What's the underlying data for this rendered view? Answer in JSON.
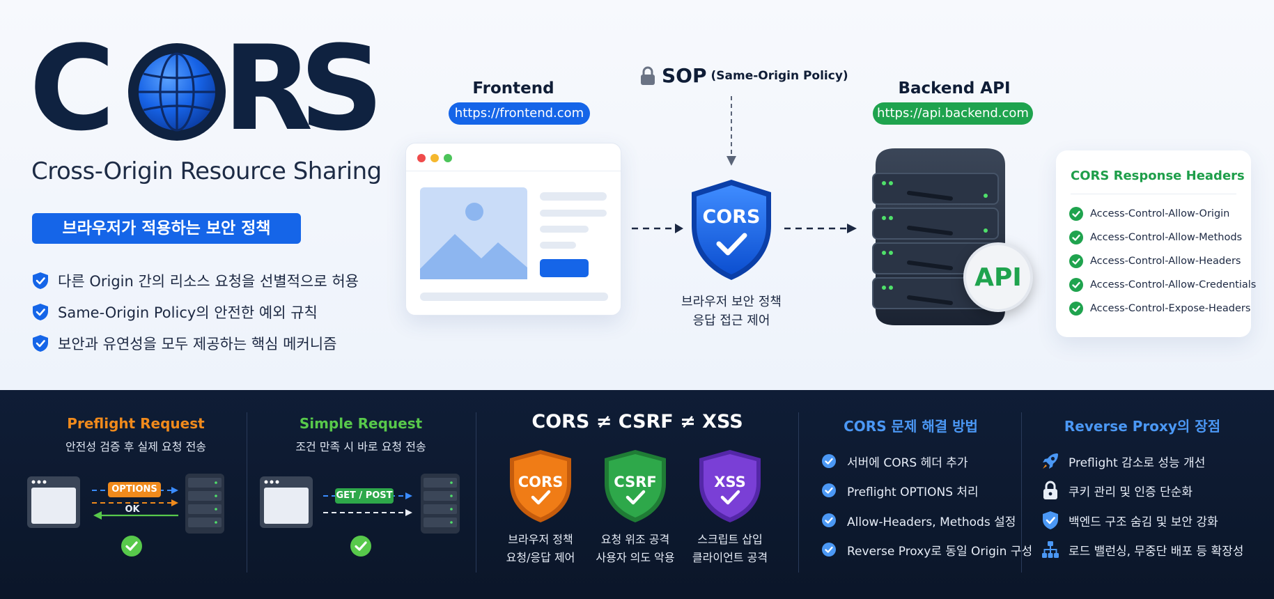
{
  "logo": {
    "letters": [
      "C",
      "R",
      "S"
    ],
    "accent": "#1565e8",
    "ink": "#0f2240"
  },
  "subtitle": "Cross-Origin Resource Sharing",
  "policy_badge": "브라우저가 적용하는 보안 정책",
  "bullets": [
    "다른 Origin 간의 리소스 요청을 선별적으로 허용",
    "Same-Origin Policy의 안전한 예외 규칙",
    "보안과 유연성을 모두 제공하는 핵심 메커니즘"
  ],
  "frontend": {
    "title": "Frontend",
    "url": "https://frontend.com",
    "pill_color": "#1565e8"
  },
  "sop": {
    "label": "SOP",
    "detail": "(Same-Origin Policy)"
  },
  "cors_shield": {
    "label": "CORS",
    "caption_line1": "브라우저 보안 정책",
    "caption_line2": "응답 접근 제어"
  },
  "backend": {
    "title": "Backend API",
    "url": "https://api.backend.com",
    "pill_color": "#1fa34e",
    "api_badge": "API"
  },
  "response_headers": {
    "title": "CORS Response Headers",
    "items": [
      "Access-Control-Allow-Origin",
      "Access-Control-Allow-Methods",
      "Access-Control-Allow-Headers",
      "Access-Control-Allow-Credentials",
      "Access-Control-Expose-Headers"
    ]
  },
  "preflight": {
    "title": "Preflight Request",
    "subtitle": "안전성 검증 후 실제 요청 전송",
    "options_label": "OPTIONS",
    "ok_label": "OK",
    "color": "#f08a1c"
  },
  "simple": {
    "title": "Simple Request",
    "subtitle": "조건 만족 시 바로 요청 전송",
    "method_label": "GET / POST",
    "color": "#58c94b"
  },
  "compare": {
    "title": "CORS ≠ CSRF ≠ XSS",
    "shields": [
      {
        "label": "CORS",
        "line1": "브라우저 정책",
        "line2": "요청/응답 제어",
        "color": "#f07c16"
      },
      {
        "label": "CSRF",
        "line1": "요청 위조 공격",
        "line2": "사용자 의도 악용",
        "color": "#2ea84a"
      },
      {
        "label": "XSS",
        "line1": "스크립트 삽입",
        "line2": "클라이언트 공격",
        "color": "#7a3fd6"
      }
    ]
  },
  "fixes": {
    "title": "CORS 문제 해결 방법",
    "items": [
      "서버에 CORS 헤더 추가",
      "Preflight OPTIONS 처리",
      "Allow-Headers, Methods 설정",
      "Reverse Proxy로 동일 Origin 구성"
    ]
  },
  "proxy": {
    "title": "Reverse Proxy의 장점",
    "items": [
      {
        "icon": "rocket-icon",
        "text": "Preflight 감소로 성능 개선"
      },
      {
        "icon": "lock-icon",
        "text": "쿠키 관리 및 인증 단순화"
      },
      {
        "icon": "shield-icon",
        "text": "백엔드 구조 숨김 및 보안 강화"
      },
      {
        "icon": "network-icon",
        "text": "로드 밸런싱, 무중단 배포 등 확장성"
      }
    ]
  }
}
